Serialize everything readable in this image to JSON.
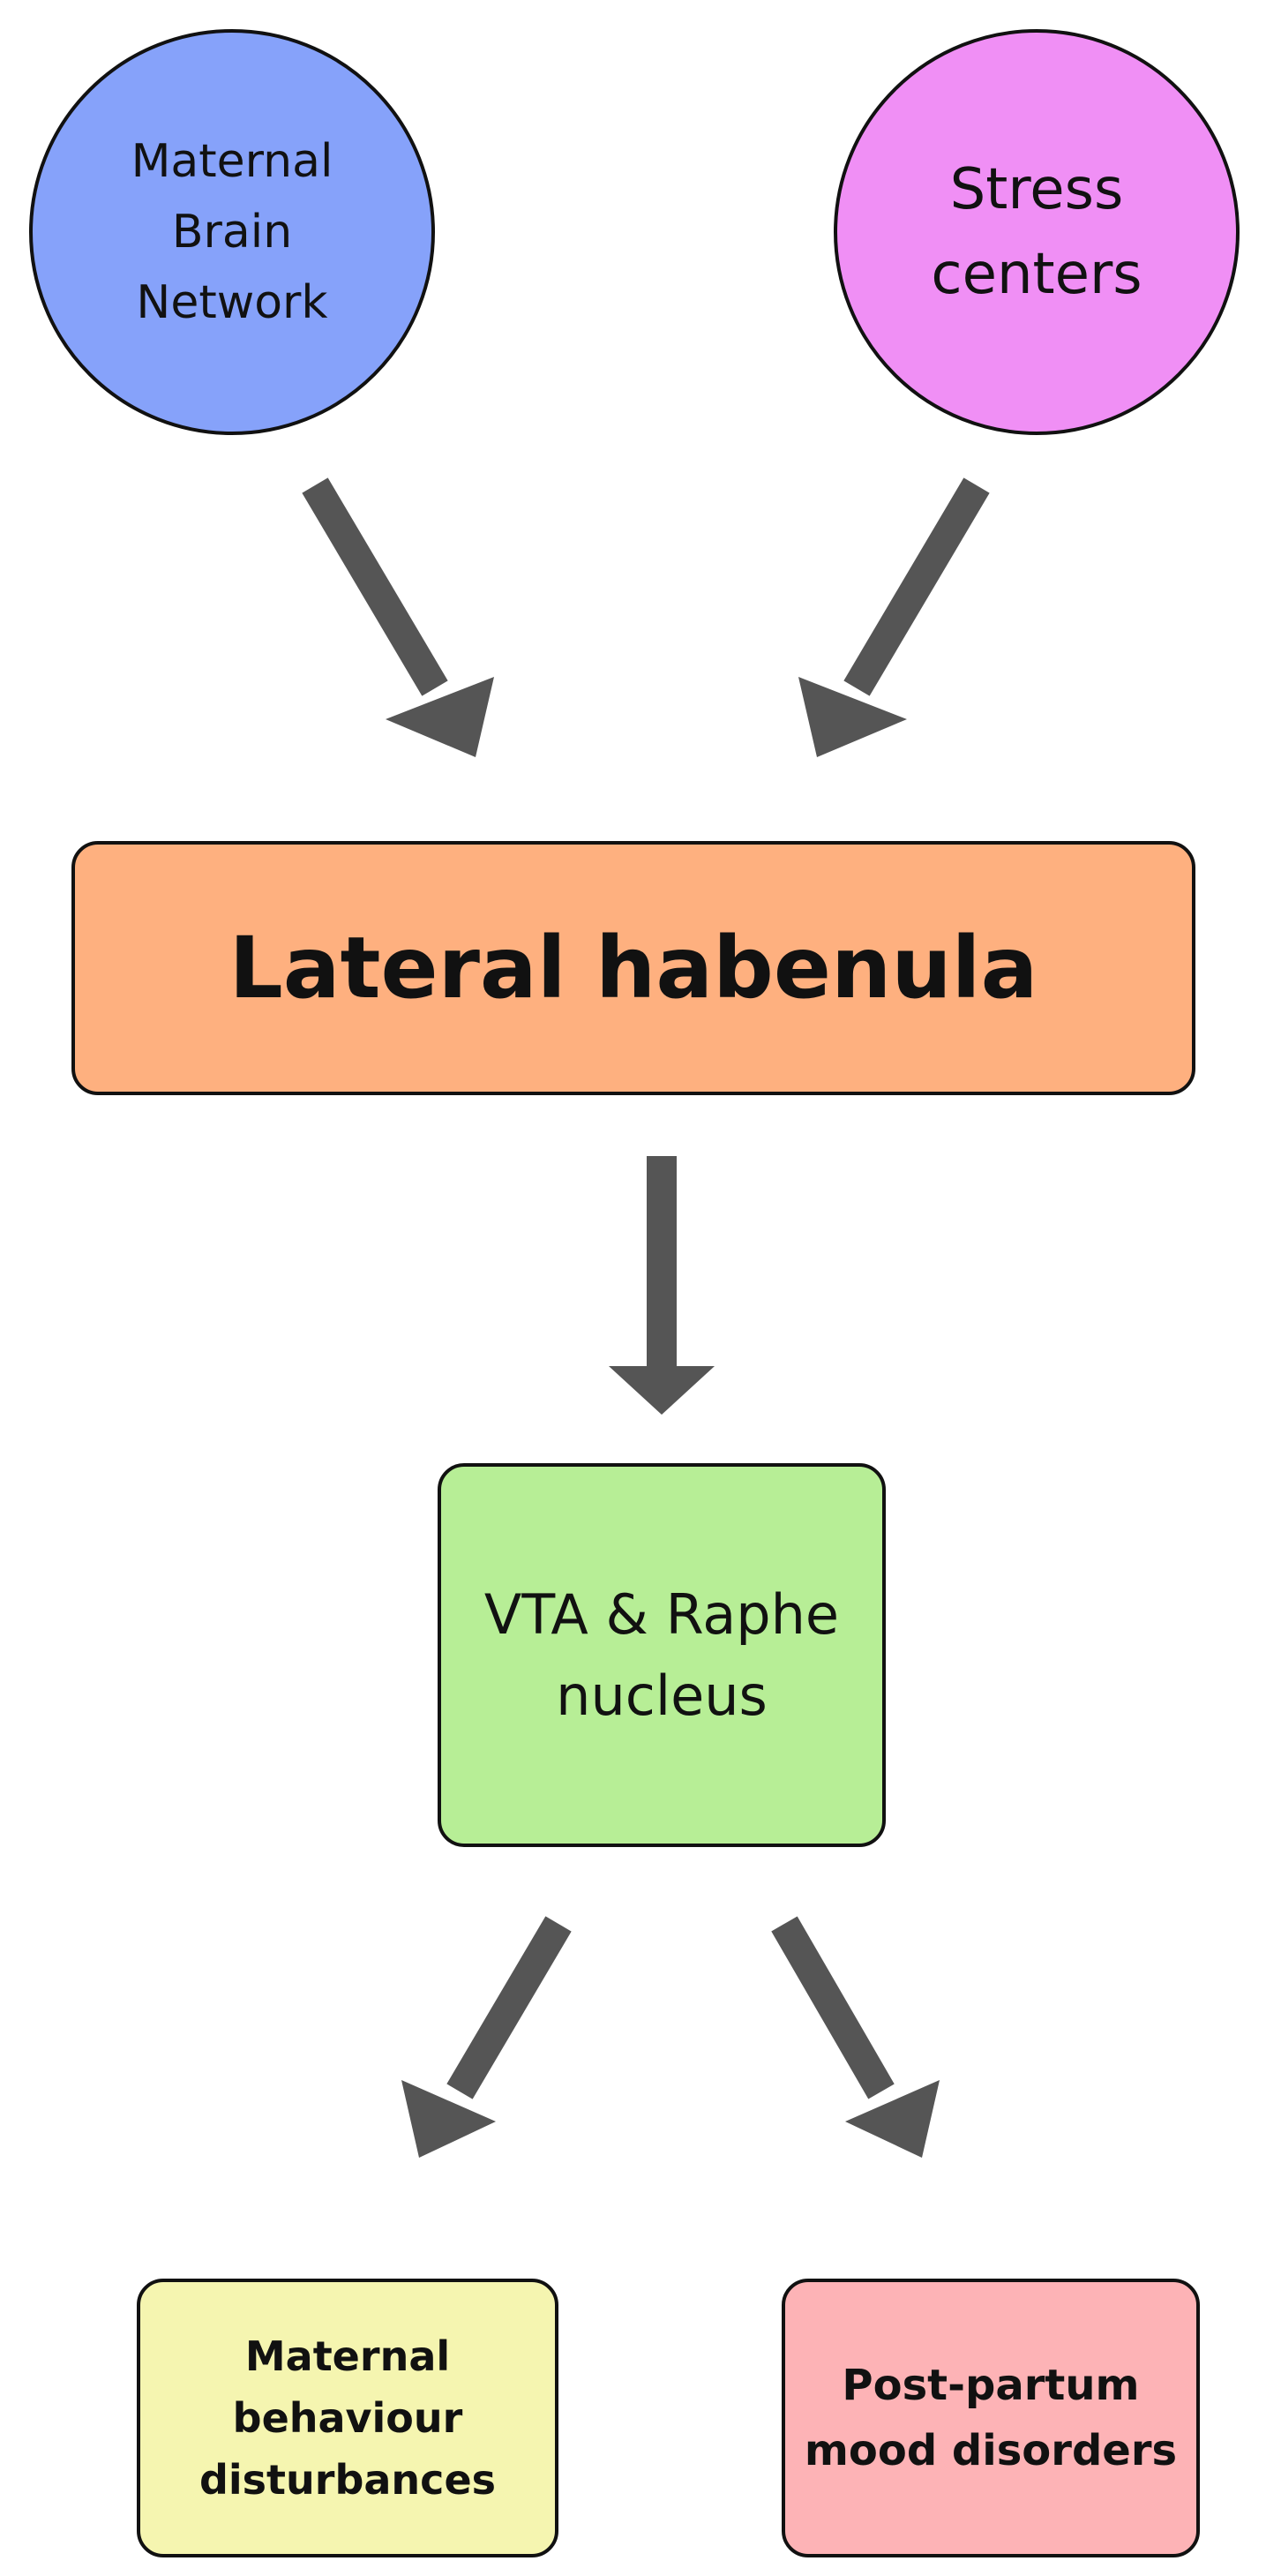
{
  "colors": {
    "arrow": "#555555",
    "maternal_brain_network": "#86a2fa",
    "stress_centers": "#f08ff5",
    "lateral_habenula": "#feb07f",
    "vta_raphe": "#b7ee96",
    "maternal_behaviour": "#f5f5b0",
    "postpartum": "#fdb3b6"
  },
  "nodes": {
    "maternal_brain_network": "Maternal\nBrain\nNetwork",
    "stress_centers": "Stress\ncenters",
    "lateral_habenula": "Lateral habenula",
    "vta_raphe": "VTA & Raphe\nnucleus",
    "maternal_behaviour": "Maternal\nbehaviour\ndisturbances",
    "postpartum": "Post-partum\nmood disorders"
  },
  "edges": [
    {
      "from": "maternal_brain_network",
      "to": "lateral_habenula"
    },
    {
      "from": "stress_centers",
      "to": "lateral_habenula"
    },
    {
      "from": "lateral_habenula",
      "to": "vta_raphe"
    },
    {
      "from": "vta_raphe",
      "to": "maternal_behaviour"
    },
    {
      "from": "vta_raphe",
      "to": "postpartum"
    }
  ]
}
